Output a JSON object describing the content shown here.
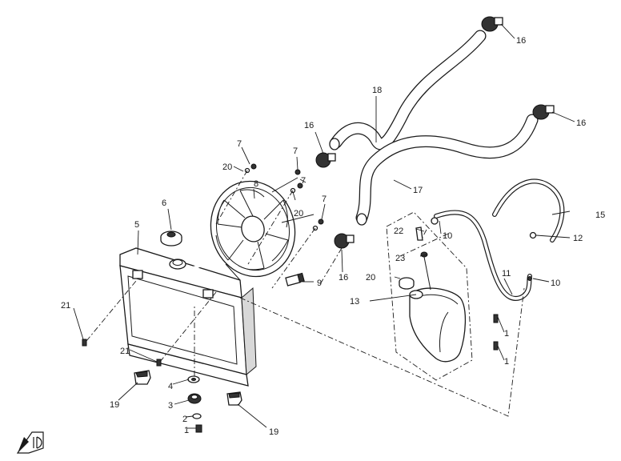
{
  "diagram": {
    "callouts": {
      "p1a": "1",
      "p1b": "1",
      "p1c": "1",
      "p2": "2",
      "p3": "3",
      "p4": "4",
      "p5": "5",
      "p6": "6",
      "p7a": "7",
      "p7b": "7",
      "p7c": "7",
      "p7d": "7",
      "p8": "8",
      "p9": "9",
      "p10a": "10",
      "p10b": "10",
      "p11": "11",
      "p12": "12",
      "p13": "13",
      "p15": "15",
      "p16a": "16",
      "p16b": "16",
      "p16c": "16",
      "p16d": "16",
      "p17": "17",
      "p18": "18",
      "p19a": "19",
      "p19b": "19",
      "p20a": "20",
      "p20b": "20",
      "p20c": "20",
      "p21a": "21",
      "p21b": "21",
      "p22": "22",
      "p23": "23"
    },
    "orientation_icon": "front-direction-arrow-icon"
  }
}
